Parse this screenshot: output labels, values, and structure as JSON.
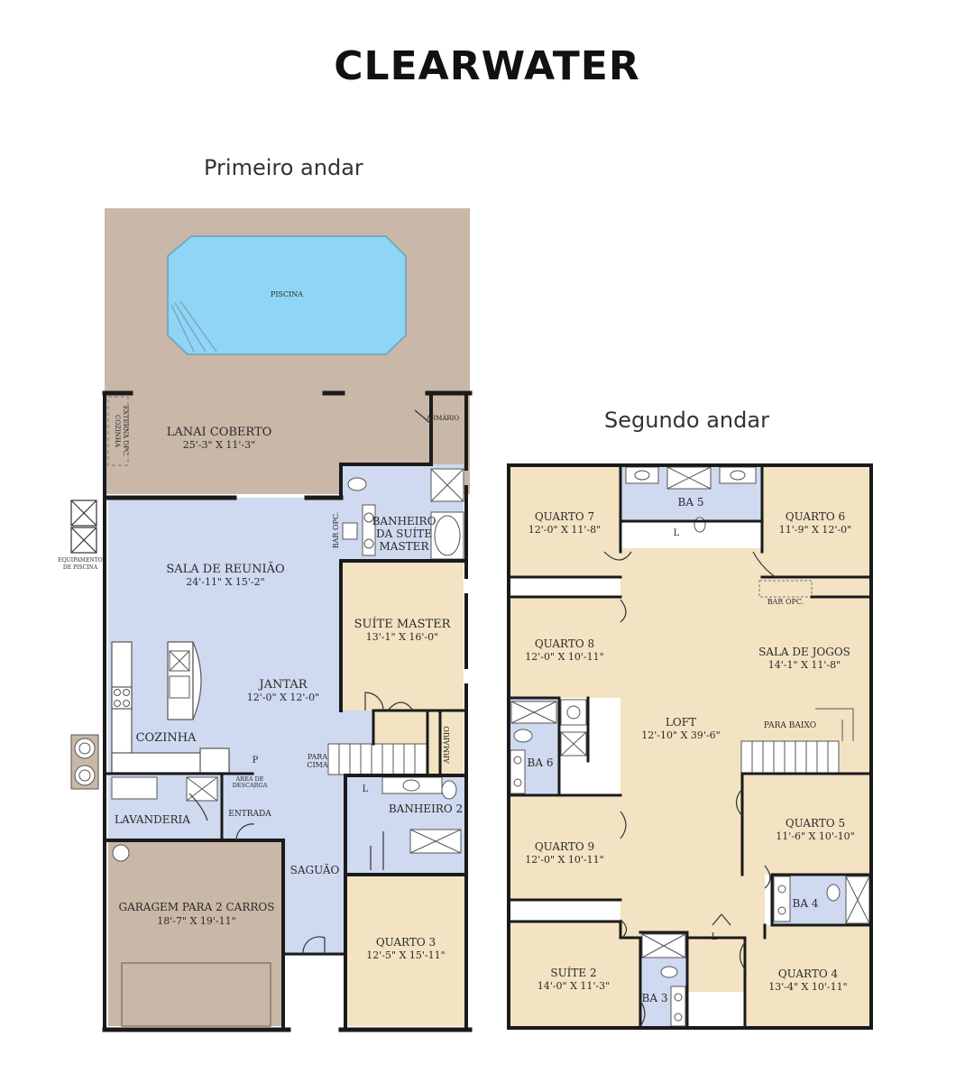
{
  "title": "CLEARWATER",
  "first_floor": {
    "title": "Primeiro andar",
    "rooms": {
      "piscina": {
        "name": "PISCINA"
      },
      "lanai": {
        "name": "LANAI COBERTO",
        "dims": "25'-3\" X 11'-3\""
      },
      "cozinha_externa": {
        "name": "COZINHA",
        "name2": "EXTERNA OPC."
      },
      "armario_lanai": {
        "name": "ARMÁRIO"
      },
      "equipamento": {
        "name": "EQUIPAMENTO",
        "name2": "DE PISCINA"
      },
      "sala_reuniao": {
        "name": "SALA DE REUNIÃO",
        "dims": "24'-11\" X 15'-2\""
      },
      "bar_opc": {
        "name": "BAR OPC."
      },
      "banheiro_suite": {
        "name": "BANHEIRO",
        "name2": "DA SUÍTE",
        "name3": "MASTER"
      },
      "suite_master": {
        "name": "SUÍTE MASTER",
        "dims": "13'-1\" X 16'-0\""
      },
      "jantar": {
        "name": "JANTAR",
        "dims": "12'-0\" X 12'-0\""
      },
      "cozinha": {
        "name": "COZINHA"
      },
      "para_cima": {
        "name": "PARA",
        "name2": "CIMA"
      },
      "armario": {
        "name": "ARMÁRIO"
      },
      "pantry": {
        "name": "P"
      },
      "area_descarga": {
        "name": "ÁREA DE",
        "name2": "DESCARGA"
      },
      "lavanderia": {
        "name": "LAVANDERIA"
      },
      "entrada": {
        "name": "ENTRADA"
      },
      "banheiro2": {
        "name": "BANHEIRO 2"
      },
      "linen": {
        "name": "L"
      },
      "saguao": {
        "name": "SAGUÃO"
      },
      "garagem": {
        "name": "GARAGEM PARA 2 CARROS",
        "dims": "18'-7\" X 19'-11\""
      },
      "quarto3": {
        "name": "QUARTO 3",
        "dims": "12'-5\" X 15'-11\""
      }
    }
  },
  "second_floor": {
    "title": "Segundo andar",
    "rooms": {
      "quarto7": {
        "name": "QUARTO 7",
        "dims": "12'-0\" X 11'-8\""
      },
      "ba5": {
        "name": "BA 5"
      },
      "l5": {
        "name": "L"
      },
      "quarto6": {
        "name": "QUARTO 6",
        "dims": "11'-9\" X 12'-0\""
      },
      "bar_opc": {
        "name": "BAR OPC."
      },
      "quarto8": {
        "name": "QUARTO 8",
        "dims": "12'-0\" X 10'-11\""
      },
      "sala_jogos": {
        "name": "SALA DE JOGOS",
        "dims": "14'-1\" X 11'-8\""
      },
      "loft": {
        "name": "LOFT",
        "dims": "12'-10\" X 39'-6\""
      },
      "para_baixo": {
        "name": "PARA BAIXO"
      },
      "ba6": {
        "name": "BA 6"
      },
      "quarto9": {
        "name": "QUARTO 9",
        "dims": "12'-0\" X 10'-11\""
      },
      "quarto5": {
        "name": "QUARTO 5",
        "dims": "11'-6\" X 10'-10\""
      },
      "ba4": {
        "name": "BA 4"
      },
      "suite2": {
        "name": "SUÍTE 2",
        "dims": "14'-0\" X 11'-3\""
      },
      "l2": {
        "name": "L"
      },
      "ba3": {
        "name": "BA 3"
      },
      "quarto4": {
        "name": "QUARTO 4",
        "dims": "13'-4\" X 10'-11\""
      }
    }
  },
  "colors": {
    "bedroom": "#f3e3c3",
    "living": "#cfd9ef",
    "lanai": "#c9b7a8",
    "pool": "#8fd6f6",
    "wall": "#1a1a1a"
  }
}
